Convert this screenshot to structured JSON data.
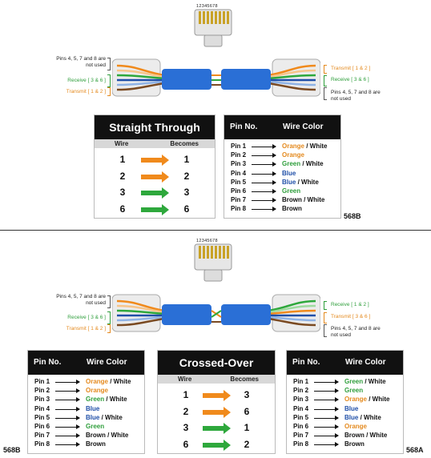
{
  "top": {
    "connector_pins_label": "12345678",
    "left_labels": {
      "unused": "Pins 4, 5, 7 and 8 are not used",
      "receive": "Receive [ 3 & 6 ]",
      "transmit": "Transmit [ 1 & 2 ]"
    },
    "right_labels": {
      "transmit": "Transmit [ 1 & 2 ]",
      "receive": "Receive [ 3 & 6 ]",
      "unused": "Pins 4, 5, 7 and 8 are not used"
    },
    "straight": {
      "title": "Straight Through",
      "col_wire": "Wire",
      "col_becomes": "Becomes",
      "rows": [
        {
          "from": "1",
          "to": "1",
          "color": "orange"
        },
        {
          "from": "2",
          "to": "2",
          "color": "orange"
        },
        {
          "from": "3",
          "to": "3",
          "color": "green"
        },
        {
          "from": "6",
          "to": "6",
          "color": "green"
        }
      ]
    },
    "pin_table": {
      "col_pin": "Pin No.",
      "col_color": "Wire Color",
      "standard": "568B",
      "rows": [
        {
          "pin": "Pin 1",
          "color": "Orange",
          "suffix": " / White",
          "cls": "orange"
        },
        {
          "pin": "Pin 2",
          "color": "Orange",
          "suffix": "",
          "cls": "orange"
        },
        {
          "pin": "Pin 3",
          "color": "Green",
          "suffix": " / White",
          "cls": "green"
        },
        {
          "pin": "Pin 4",
          "color": "Blue",
          "suffix": "",
          "cls": "blue"
        },
        {
          "pin": "Pin 5",
          "color": "Blue",
          "suffix": " / White",
          "cls": "blue"
        },
        {
          "pin": "Pin 6",
          "color": "Green",
          "suffix": "",
          "cls": "green"
        },
        {
          "pin": "Pin 7",
          "color": "Brown",
          "suffix": " / White",
          "cls": "dark"
        },
        {
          "pin": "Pin 8",
          "color": "Brown",
          "suffix": "",
          "cls": "dark"
        }
      ]
    }
  },
  "bottom": {
    "connector_pins_label": "12345678",
    "left_labels": {
      "unused": "Pins 4, 5, 7 and 8 are not used",
      "receive": "Receive [ 3 & 6 ]",
      "transmit": "Transmit [ 1 & 2 ]"
    },
    "right_labels": {
      "receive": "Receive [ 1 & 2 ]",
      "transmit": "Transmit [ 3 & 6 ]",
      "unused": "Pins 4, 5, 7 and 8 are not used"
    },
    "left_table": {
      "col_pin": "Pin No.",
      "col_color": "Wire Color",
      "standard": "568B",
      "rows": [
        {
          "pin": "Pin 1",
          "color": "Orange",
          "suffix": " / White",
          "cls": "orange"
        },
        {
          "pin": "Pin 2",
          "color": "Orange",
          "suffix": "",
          "cls": "orange"
        },
        {
          "pin": "Pin 3",
          "color": "Green",
          "suffix": " / White",
          "cls": "green"
        },
        {
          "pin": "Pin 4",
          "color": "Blue",
          "suffix": "",
          "cls": "blue"
        },
        {
          "pin": "Pin 5",
          "color": "Blue",
          "suffix": " / White",
          "cls": "blue"
        },
        {
          "pin": "Pin 6",
          "color": "Green",
          "suffix": "",
          "cls": "green"
        },
        {
          "pin": "Pin 7",
          "color": "Brown",
          "suffix": " / White",
          "cls": "dark"
        },
        {
          "pin": "Pin 8",
          "color": "Brown",
          "suffix": "",
          "cls": "dark"
        }
      ]
    },
    "crossed": {
      "title": "Crossed-Over",
      "col_wire": "Wire",
      "col_becomes": "Becomes",
      "rows": [
        {
          "from": "1",
          "to": "3",
          "color": "orange"
        },
        {
          "from": "2",
          "to": "6",
          "color": "orange"
        },
        {
          "from": "3",
          "to": "1",
          "color": "green"
        },
        {
          "from": "6",
          "to": "2",
          "color": "green"
        }
      ]
    },
    "right_table": {
      "col_pin": "Pin No.",
      "col_color": "Wire Color",
      "standard": "568A",
      "rows": [
        {
          "pin": "Pin 1",
          "color": "Green",
          "suffix": " / White",
          "cls": "green"
        },
        {
          "pin": "Pin 2",
          "color": "Green",
          "suffix": "",
          "cls": "green"
        },
        {
          "pin": "Pin 3",
          "color": "Orange",
          "suffix": " / White",
          "cls": "orange"
        },
        {
          "pin": "Pin 4",
          "color": "Blue",
          "suffix": "",
          "cls": "blue"
        },
        {
          "pin": "Pin 5",
          "color": "Blue",
          "suffix": " / White",
          "cls": "blue"
        },
        {
          "pin": "Pin 6",
          "color": "Orange",
          "suffix": "",
          "cls": "orange"
        },
        {
          "pin": "Pin 7",
          "color": "Brown",
          "suffix": " / White",
          "cls": "dark"
        },
        {
          "pin": "Pin 8",
          "color": "Brown",
          "suffix": "",
          "cls": "dark"
        }
      ]
    }
  },
  "colors": {
    "orange": "#f08a1c",
    "green": "#2ea83c",
    "blue": "#1f4fa8",
    "cable": "#2a6fd6"
  }
}
